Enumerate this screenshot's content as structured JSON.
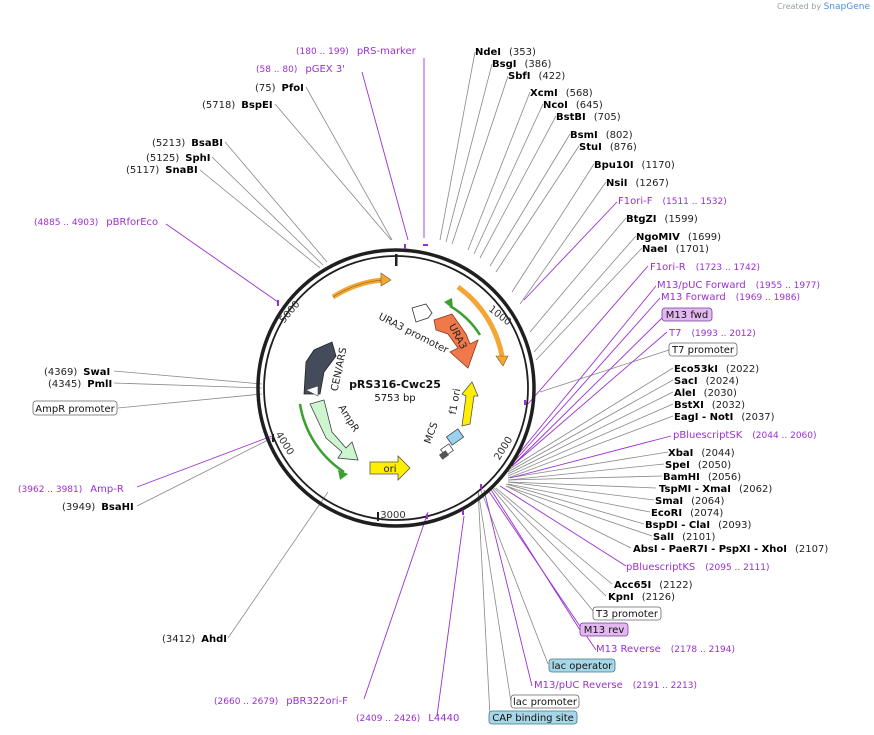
{
  "credit": {
    "prefix": "Created by",
    "brand": "SnapGene"
  },
  "plasmid": {
    "name": "pRS316-Cwc25",
    "length_label": "5753 bp"
  },
  "colors": {
    "backbone": "#1f1f1f",
    "enzyme_text": "#000000",
    "primer": "#9b30d0",
    "leader": "#888888",
    "feature_orange": "#f4a634",
    "feature_ura3": "#f0784a",
    "feature_ampr": "#ccf5d0",
    "feature_cen": "#444c5c",
    "feature_ori": "#ffee00",
    "feature_f1": "#ffee00",
    "feature_promoter": "#ffffff",
    "label_fill_m13": "#e3b8f0",
    "label_fill_lac": "#a7d7e6"
  },
  "ticks": [
    "1000",
    "2000",
    "3000",
    "4000",
    "5000"
  ],
  "features": [
    "URA3",
    "URA3 promoter",
    "CEN/ARS",
    "AmpR",
    "ori",
    "f1 ori",
    "MCS"
  ],
  "enzymes_left": [
    {
      "name": "PfoI",
      "pos": "(75)"
    },
    {
      "name": "BspEI",
      "pos": "(5718)"
    },
    {
      "name": "BsaBI",
      "pos": "(5213)"
    },
    {
      "name": "SphI",
      "pos": "(5125)"
    },
    {
      "name": "SnaBI",
      "pos": "(5117)"
    },
    {
      "name": "SwaI",
      "pos": "(4369)"
    },
    {
      "name": "PmlI",
      "pos": "(4345)"
    },
    {
      "name": "BsaHI",
      "pos": "(3949)"
    },
    {
      "name": "AhdI",
      "pos": "(3412)"
    }
  ],
  "primers_left": [
    {
      "name": "pRS-marker",
      "pos": "(180 .. 199)"
    },
    {
      "name": "pGEX 3'",
      "pos": "(58 .. 80)"
    },
    {
      "name": "pBRforEco",
      "pos": "(4885 .. 4903)"
    },
    {
      "name": "Amp-R",
      "pos": "(3962 .. 3981)"
    },
    {
      "name": "pBR322ori-F",
      "pos": "(2660 .. 2679)"
    },
    {
      "name": "L4440",
      "pos": "(2409 .. 2426)"
    }
  ],
  "boxed_left": [
    "AmpR promoter"
  ],
  "enzymes_right": [
    {
      "name": "NdeI",
      "pos": "(353)"
    },
    {
      "name": "BsgI",
      "pos": "(386)"
    },
    {
      "name": "SbfI",
      "pos": "(422)"
    },
    {
      "name": "XcmI",
      "pos": "(568)"
    },
    {
      "name": "NcoI",
      "pos": "(645)"
    },
    {
      "name": "BstBI",
      "pos": "(705)"
    },
    {
      "name": "BsmI",
      "pos": "(802)"
    },
    {
      "name": "StuI",
      "pos": "(876)"
    },
    {
      "name": "Bpu10I",
      "pos": "(1170)"
    },
    {
      "name": "NsiI",
      "pos": "(1267)"
    },
    {
      "name": "BtgZI",
      "pos": "(1599)"
    },
    {
      "name": "NgoMIV",
      "pos": "(1699)"
    },
    {
      "name": "NaeI",
      "pos": "(1701)"
    },
    {
      "name": "Eco53kI",
      "pos": "(2022)"
    },
    {
      "name": "SacI",
      "pos": "(2024)"
    },
    {
      "name": "AleI",
      "pos": "(2030)"
    },
    {
      "name": "BstXI",
      "pos": "(2032)"
    },
    {
      "name": "EagI - NotI",
      "pos": "(2037)"
    },
    {
      "name": "XbaI",
      "pos": "(2044)"
    },
    {
      "name": "SpeI",
      "pos": "(2050)"
    },
    {
      "name": "BamHI",
      "pos": "(2056)"
    },
    {
      "name": "TspMI - XmaI",
      "pos": "(2062)"
    },
    {
      "name": "SmaI",
      "pos": "(2064)"
    },
    {
      "name": "EcoRI",
      "pos": "(2074)"
    },
    {
      "name": "BspDI - ClaI",
      "pos": "(2093)"
    },
    {
      "name": "SalI",
      "pos": "(2101)"
    },
    {
      "name": "AbsI - PaeR7I - PspXI - XhoI",
      "pos": "(2107)"
    },
    {
      "name": "Acc65I",
      "pos": "(2122)"
    },
    {
      "name": "KpnI",
      "pos": "(2126)"
    }
  ],
  "primers_right": [
    {
      "name": "F1ori-F",
      "pos": "(1511 .. 1532)"
    },
    {
      "name": "F1ori-R",
      "pos": "(1723 .. 1742)"
    },
    {
      "name": "M13/pUC Forward",
      "pos": "(1955 .. 1977)"
    },
    {
      "name": "M13 Forward",
      "pos": "(1969 .. 1986)"
    },
    {
      "name": "T7",
      "pos": "(1993 .. 2012)"
    },
    {
      "name": "pBluescriptSK",
      "pos": "(2044 .. 2060)"
    },
    {
      "name": "pBluescriptKS",
      "pos": "(2095 .. 2111)"
    },
    {
      "name": "M13 Reverse",
      "pos": "(2178 .. 2194)"
    },
    {
      "name": "M13/pUC Reverse",
      "pos": "(2191 .. 2213)"
    }
  ],
  "boxed_right": [
    "M13 fwd",
    "T7 promoter",
    "T3 promoter",
    "M13 rev",
    "lac operator",
    "lac promoter",
    "CAP binding site"
  ]
}
